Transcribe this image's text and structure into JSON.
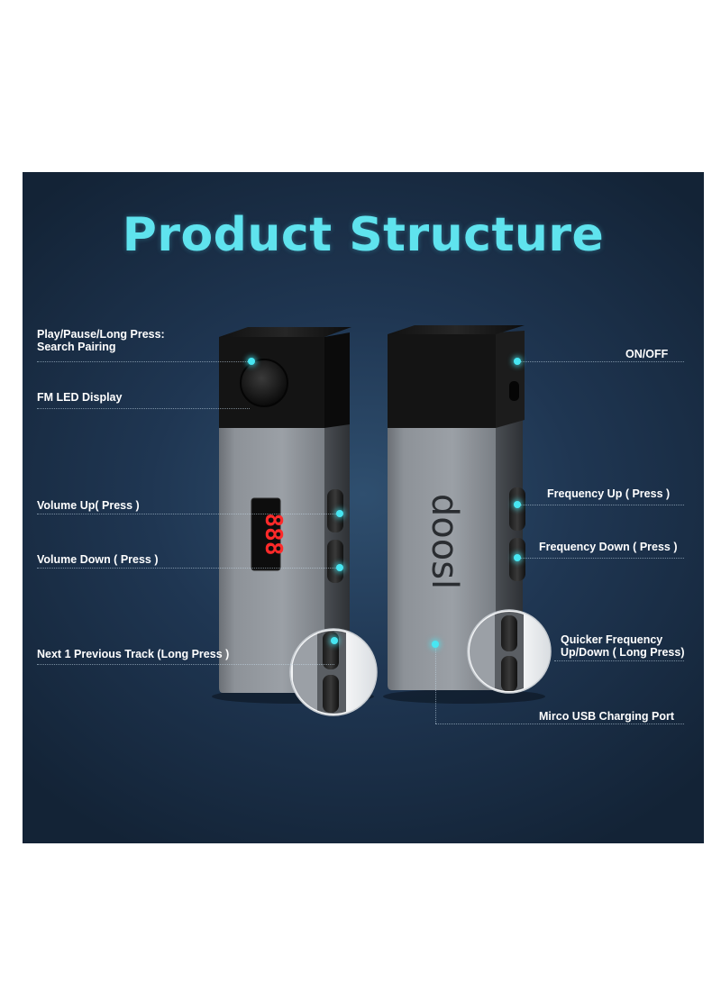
{
  "title": "Product Structure",
  "brand_logo_text": "doosl",
  "display_digits": "888",
  "labels": {
    "play_pause": [
      "Play/Pause/Long Press:",
      "Search Pairing"
    ],
    "fm_led": "FM LED Display",
    "volume_up": "Volume Up( Press )",
    "volume_down": "Volume Down ( Press )",
    "next_prev": "Next 1 Previous Track (Long Press )",
    "on_off": "ON/OFF",
    "freq_up": "Frequency Up ( Press )",
    "freq_down": "Frequency Down ( Press )",
    "quicker_freq": [
      "Quicker Frequency",
      "Up/Down ( Long Press)"
    ],
    "micro_usb": "Mirco USB Charging Port"
  },
  "colors": {
    "title": "#5fe3ee",
    "background": "#1f3652",
    "accent_dot": "#47e6f2",
    "led": "#ff2a2a"
  }
}
